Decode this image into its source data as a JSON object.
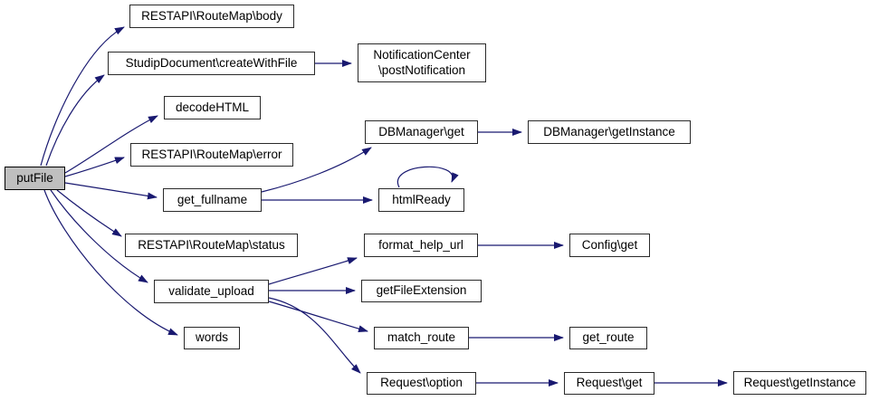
{
  "graph": {
    "kind": "doxygen-call-graph",
    "colors": {
      "edge": "#191970",
      "node_fill": "#ffffff",
      "node_border": "#2a2a2a",
      "root_fill": "#bfbfbf"
    },
    "nodes": [
      {
        "id": "putFile",
        "label": "putFile",
        "root": true
      },
      {
        "id": "body",
        "label": "RESTAPI\\RouteMap\\body"
      },
      {
        "id": "createWithFile",
        "label": "StudipDocument\\createWithFile"
      },
      {
        "id": "postNotification",
        "label": "NotificationCenter \\postNotification",
        "lines": [
          "NotificationCenter",
          "\\postNotification"
        ]
      },
      {
        "id": "decodeHTML",
        "label": "decodeHTML"
      },
      {
        "id": "error",
        "label": "RESTAPI\\RouteMap\\error"
      },
      {
        "id": "dbmanager_get",
        "label": "DBManager\\get"
      },
      {
        "id": "dbmanager_getInstance",
        "label": "DBManager\\getInstance"
      },
      {
        "id": "get_fullname",
        "label": "get_fullname"
      },
      {
        "id": "htmlReady",
        "label": "htmlReady"
      },
      {
        "id": "status",
        "label": "RESTAPI\\RouteMap\\status"
      },
      {
        "id": "format_help_url",
        "label": "format_help_url"
      },
      {
        "id": "config_get",
        "label": "Config\\get"
      },
      {
        "id": "validate_upload",
        "label": "validate_upload"
      },
      {
        "id": "getFileExtension",
        "label": "getFileExtension"
      },
      {
        "id": "match_route",
        "label": "match_route"
      },
      {
        "id": "get_route",
        "label": "get_route"
      },
      {
        "id": "words",
        "label": "words"
      },
      {
        "id": "request_option",
        "label": "Request\\option"
      },
      {
        "id": "request_get",
        "label": "Request\\get"
      },
      {
        "id": "request_getInstance",
        "label": "Request\\getInstance"
      }
    ],
    "edges": [
      {
        "from": "putFile",
        "to": "body"
      },
      {
        "from": "putFile",
        "to": "createWithFile"
      },
      {
        "from": "putFile",
        "to": "decodeHTML"
      },
      {
        "from": "putFile",
        "to": "error"
      },
      {
        "from": "putFile",
        "to": "get_fullname"
      },
      {
        "from": "putFile",
        "to": "status"
      },
      {
        "from": "putFile",
        "to": "validate_upload"
      },
      {
        "from": "putFile",
        "to": "words"
      },
      {
        "from": "createWithFile",
        "to": "postNotification"
      },
      {
        "from": "get_fullname",
        "to": "dbmanager_get"
      },
      {
        "from": "get_fullname",
        "to": "htmlReady"
      },
      {
        "from": "htmlReady",
        "to": "htmlReady"
      },
      {
        "from": "dbmanager_get",
        "to": "dbmanager_getInstance"
      },
      {
        "from": "validate_upload",
        "to": "format_help_url"
      },
      {
        "from": "validate_upload",
        "to": "getFileExtension"
      },
      {
        "from": "validate_upload",
        "to": "match_route"
      },
      {
        "from": "validate_upload",
        "to": "request_option"
      },
      {
        "from": "format_help_url",
        "to": "config_get"
      },
      {
        "from": "match_route",
        "to": "get_route"
      },
      {
        "from": "request_option",
        "to": "request_get"
      },
      {
        "from": "request_get",
        "to": "request_getInstance"
      }
    ]
  }
}
